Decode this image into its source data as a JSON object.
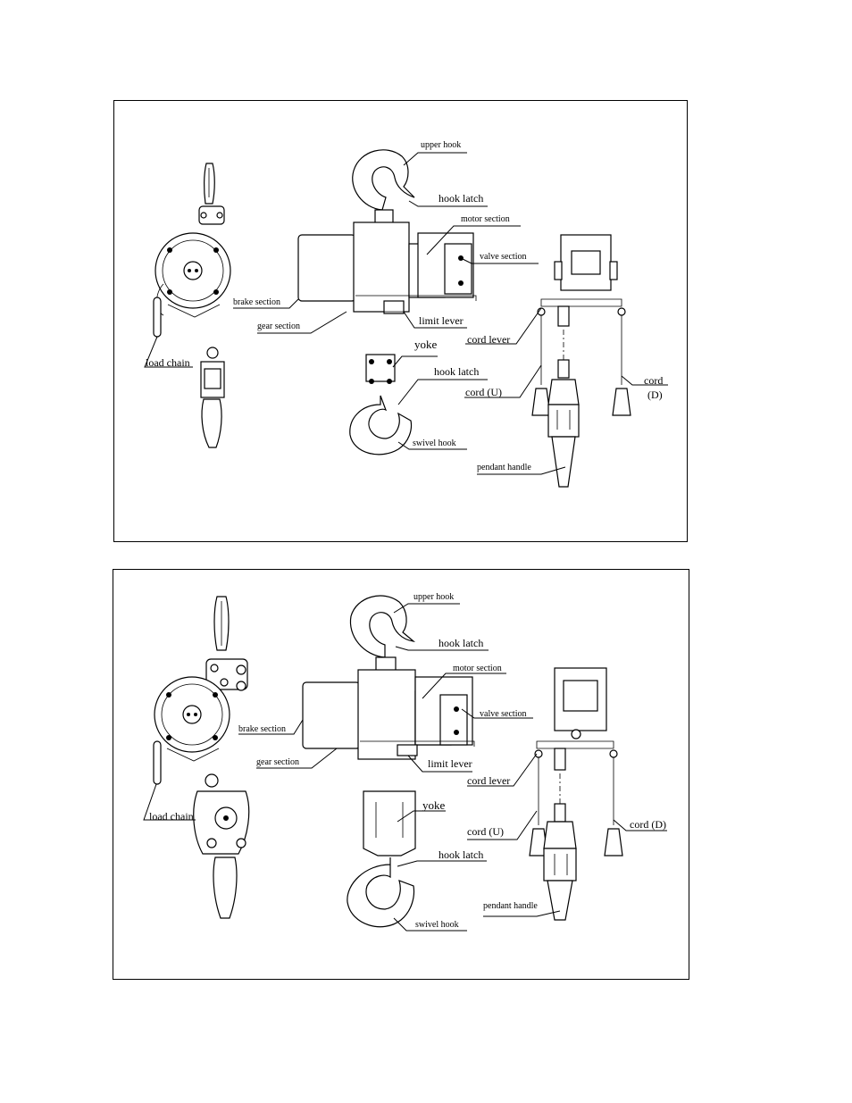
{
  "panels": [
    {
      "labels": {
        "upper_hook": "upper hook",
        "hook_latch_top": "hook latch",
        "motor_section": "motor section",
        "valve_section": "valve section",
        "brake_section": "brake section",
        "gear_section": "gear section",
        "limit_lever": "limit lever",
        "load_chain": "load chain",
        "yoke": "yoke",
        "hook_latch_bottom": "hook latch",
        "swivel_hook": "swivel hook",
        "cord_lever": "cord lever",
        "cord_u": "cord  (U)",
        "cord_d_1": "cord",
        "cord_d_2": "(D)",
        "pendant_handle": "pendant handle"
      }
    },
    {
      "labels": {
        "upper_hook": "upper hook",
        "hook_latch_top": "hook latch",
        "motor_section": "motor section",
        "valve_section": "valve section",
        "brake_section": "brake section",
        "gear_section": "gear section",
        "limit_lever": "limit lever",
        "load_chain": "load chain",
        "yoke": "yoke",
        "hook_latch_bottom": "hook latch",
        "swivel_hook": "swivel hook",
        "cord_lever": "cord lever",
        "cord_u": "cord  (U)",
        "cord_d": "cord (D)",
        "pendant_handle": "pendant handle"
      }
    }
  ]
}
